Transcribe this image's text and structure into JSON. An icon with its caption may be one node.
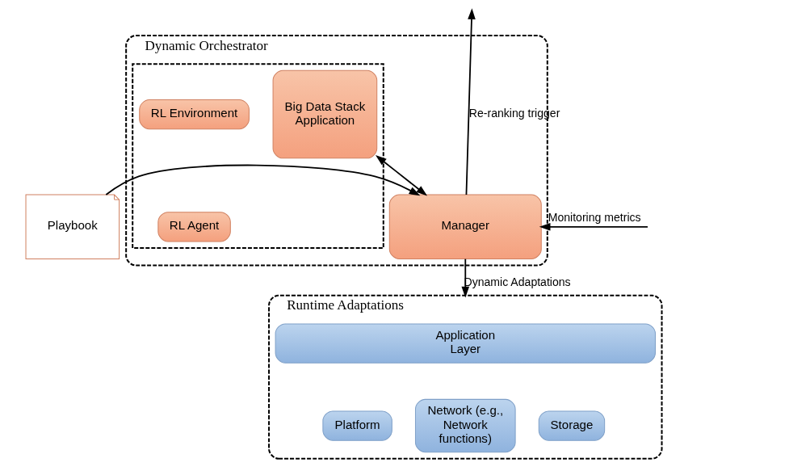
{
  "diagram": {
    "nodes": [
      {
        "text": [
          "Playbook"
        ]
      },
      {
        "text": [
          "Dynamic Orchestrator"
        ]
      },
      {
        "text": [
          "Manager"
        ],
        "in": 1
      },
      {
        "text": [],
        "shape": "box",
        "in": 1
      },
      {
        "text": [
          "RL Environment"
        ],
        "in": 3
      },
      {
        "text": [
          "RL Agent"
        ],
        "in": 3
      },
      {
        "text": [
          "Big Data Stack Application"
        ],
        "in": 3
      },
      {
        "text": [
          "Runtime Adaptations"
        ]
      },
      {
        "text": [
          "Application Layer"
        ],
        "in": 7
      },
      {
        "text": [
          "Platform"
        ],
        "in": 7
      },
      {
        "text": [
          "Network (e.g., Network functions)"
        ],
        "in": 7
      },
      {
        "text": [
          "Storage"
        ],
        "in": 7
      }
    ],
    "edges": [
      {
        "from": 0,
        "to": 2,
        "arrow": "to"
      },
      {
        "from": 6,
        "to": 2,
        "arrow": "both"
      },
      {
        "from": 2,
        "to": null,
        "arrow": "to",
        "label": "Re-ranking trigger"
      },
      {
        "from": null,
        "to": 2,
        "arrow": "to",
        "label": "Monitoring metrics"
      },
      {
        "from": 2,
        "to": 7,
        "arrow": "to",
        "label": "Dynamic Adaptations"
      }
    ]
  }
}
